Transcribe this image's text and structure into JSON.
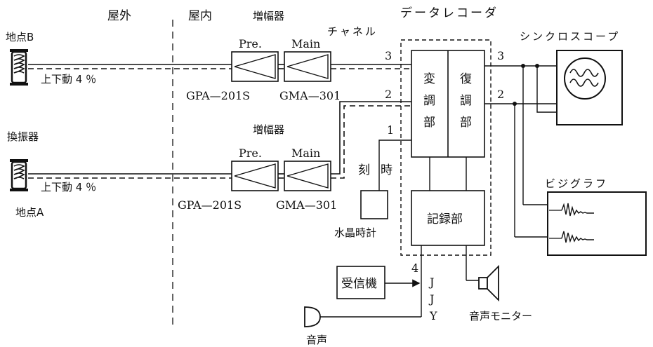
{
  "labels": {
    "outdoor": "屋外",
    "indoor": "屋内",
    "amplifier_top": "増幅器",
    "amplifier_bottom": "増幅器",
    "data_recorder": "データレコーダ",
    "channel": "チャネル",
    "synchroscope": "シンクロスコープ",
    "visigraph": "ビジグラフ",
    "site_b": "地点B",
    "site_a": "地点A",
    "transducer": "換振器",
    "vertical_b": "上下動 4 ％",
    "vertical_a": "上下動 4 ％",
    "pre_top": "Pre.",
    "main_top": "Main",
    "pre_bottom": "Pre.",
    "main_bottom": "Main",
    "gpa_top": "GPA—201S",
    "gma_top": "GMA—301",
    "gpa_bottom": "GPA—201S",
    "gma_bottom": "GMA—301",
    "modulator": [
      "変",
      "調",
      "部"
    ],
    "demodulator": [
      "復",
      "調",
      "部"
    ],
    "recorder": "記録部",
    "time_mark": [
      "刻",
      "時"
    ],
    "crystal_clock": "水晶時計",
    "receiver": "受信機",
    "jjy": [
      "J",
      "J",
      "Y"
    ],
    "voice": "音声",
    "voice_monitor": "音声モニター",
    "ch_in_3": "3",
    "ch_in_2": "2",
    "ch_in_1": "1",
    "ch_out_3": "3",
    "ch_out_2": "2",
    "ch_4": "4"
  }
}
